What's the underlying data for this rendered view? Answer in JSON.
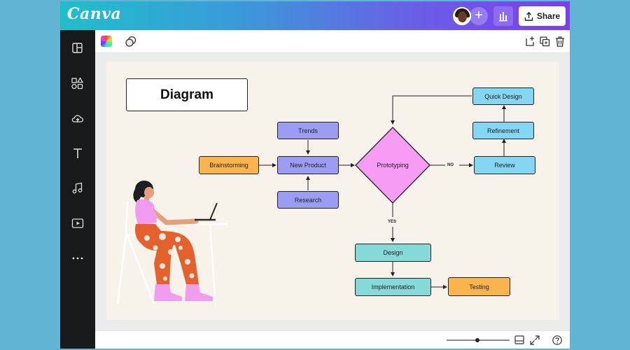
{
  "app": {
    "logo_text": "Canva"
  },
  "header": {
    "share_label": "Share"
  },
  "diagram": {
    "title": "Diagram",
    "nodes": {
      "trends": "Trends",
      "brainstorming": "Brainstorming",
      "new_product": "New Product",
      "research": "Research",
      "prototyping": "Prototyping",
      "quick_design": "Quick Design",
      "refinement": "Refinement",
      "review": "Review",
      "design": "Design",
      "implementation": "Implementation",
      "testing": "Testing"
    },
    "edge_labels": {
      "no": "NO",
      "yes": "YES"
    },
    "colors": {
      "periwinkle": "#9a9df2",
      "orange": "#f9b54c",
      "pink_diamond": "#f69cf5",
      "light_blue": "#84d6f2",
      "teal": "#86d9d9",
      "canvas": "#f7f2ea"
    }
  }
}
